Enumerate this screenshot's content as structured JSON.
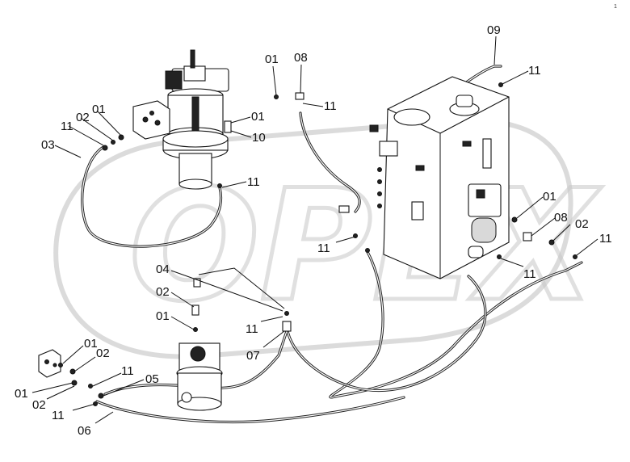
{
  "watermark": {
    "text": "OPEX",
    "page_number": "1"
  },
  "labels": [
    {
      "id": "01-a",
      "text": "01"
    },
    {
      "id": "08-a",
      "text": "08"
    },
    {
      "id": "09",
      "text": "09"
    },
    {
      "id": "11-a",
      "text": "11"
    },
    {
      "id": "11-b",
      "text": "11"
    },
    {
      "id": "01-b",
      "text": "01"
    },
    {
      "id": "10",
      "text": "10"
    },
    {
      "id": "01-c",
      "text": "01"
    },
    {
      "id": "02-a",
      "text": "02"
    },
    {
      "id": "11-c",
      "text": "11"
    },
    {
      "id": "03",
      "text": "03"
    },
    {
      "id": "11-d",
      "text": "11"
    },
    {
      "id": "01-d",
      "text": "01"
    },
    {
      "id": "08-b",
      "text": "08"
    },
    {
      "id": "02-b",
      "text": "02"
    },
    {
      "id": "11-e",
      "text": "11"
    },
    {
      "id": "11-f",
      "text": "11"
    },
    {
      "id": "11-g",
      "text": "11"
    },
    {
      "id": "04",
      "text": "04"
    },
    {
      "id": "02-c",
      "text": "02"
    },
    {
      "id": "01-e",
      "text": "01"
    },
    {
      "id": "11-h",
      "text": "11"
    },
    {
      "id": "07",
      "text": "07"
    },
    {
      "id": "01-f",
      "text": "01"
    },
    {
      "id": "02-d",
      "text": "02"
    },
    {
      "id": "11-i",
      "text": "11"
    },
    {
      "id": "05",
      "text": "05"
    },
    {
      "id": "01-g",
      "text": "01"
    },
    {
      "id": "02-e",
      "text": "02"
    },
    {
      "id": "11-j",
      "text": "11"
    },
    {
      "id": "06",
      "text": "06"
    }
  ]
}
